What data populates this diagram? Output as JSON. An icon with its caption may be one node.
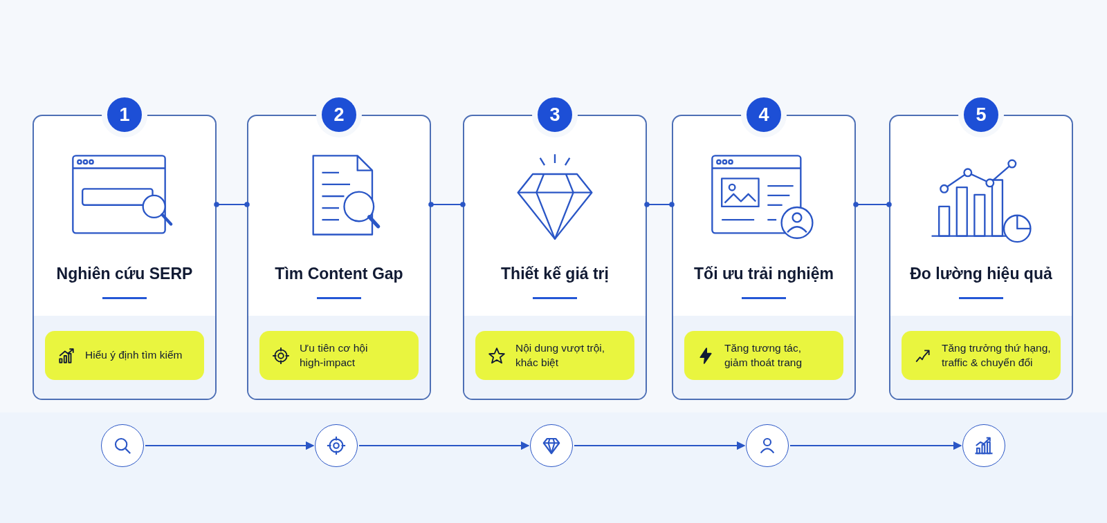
{
  "diagram": {
    "nodes": [
      {
        "text": [
          "Nghiên cứu SERP"
        ]
      },
      {
        "text": [
          "1"
        ]
      },
      {
        "text": [
          "Hiểu ý định tìm kiếm"
        ],
        "in": 0
      },
      {
        "text": [
          "Tìm Content Gap"
        ]
      },
      {
        "text": [
          "2"
        ]
      },
      {
        "text": [
          "Ưu tiên cơ hội high-impact"
        ],
        "in": 3
      },
      {
        "text": [
          "Thiết kế giá trị"
        ]
      },
      {
        "text": [
          "3"
        ]
      },
      {
        "text": [
          "Nội dung vượt trội, khác biệt"
        ],
        "in": 6
      },
      {
        "text": [
          "Tối ưu trải nghiệm"
        ]
      },
      {
        "text": [
          "4"
        ]
      },
      {
        "text": [
          "Tăng tương tác, giảm thoát trang"
        ],
        "in": 9
      },
      {
        "text": [
          "Đo lường hiệu quả"
        ]
      },
      {
        "text": [
          "5"
        ]
      },
      {
        "text": [
          "Tăng trưởng thứ hạng, traffic & chuyển đổi"
        ],
        "in": 12
      },
      {
        "text": [],
        "shape": "circle"
      },
      {
        "text": [],
        "shape": "circle"
      },
      {
        "text": [],
        "shape": "circle"
      },
      {
        "text": [],
        "shape": "circle"
      },
      {
        "text": [],
        "shape": "circle"
      }
    ],
    "edges": [
      {
        "from": 0,
        "to": 3,
        "arrow": "other"
      },
      {
        "from": 3,
        "to": 6,
        "arrow": "other"
      },
      {
        "from": 6,
        "to": 9,
        "arrow": "other"
      },
      {
        "from": 9,
        "to": 12,
        "arrow": "other"
      },
      {
        "from": 15,
        "to": 16,
        "arrow": "to"
      },
      {
        "from": 16,
        "to": 17,
        "arrow": "to"
      },
      {
        "from": 17,
        "to": 18,
        "arrow": "to"
      },
      {
        "from": 18,
        "to": 19,
        "arrow": "to"
      }
    ]
  }
}
